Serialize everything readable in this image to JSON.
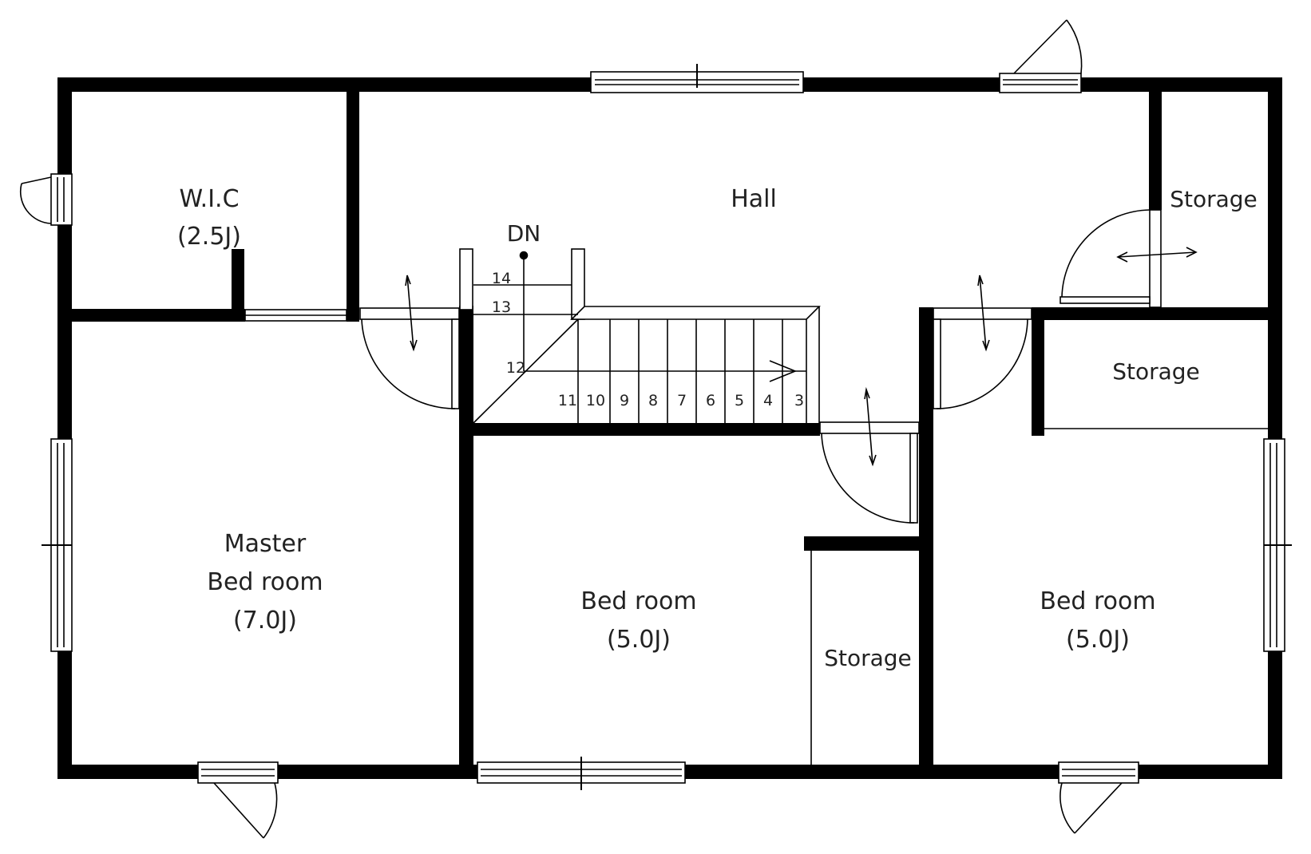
{
  "colors": {
    "wall": "#000000",
    "line": "#000000",
    "text": "#222222",
    "background": "#ffffff"
  },
  "rooms": {
    "wic": {
      "name": "W.I.C",
      "size": "(2.5J)"
    },
    "hall": {
      "name": "Hall"
    },
    "storage_top": {
      "name": "Storage"
    },
    "storage_right": {
      "name": "Storage"
    },
    "storage_mid": {
      "name": "Storage"
    },
    "master": {
      "line1": "Master",
      "line2": "Bed room",
      "size": "(7.0J)"
    },
    "bed_center": {
      "name": "Bed room",
      "size": "(5.0J)"
    },
    "bed_right": {
      "name": "Bed room",
      "size": "(5.0J)"
    }
  },
  "stairs": {
    "label": "DN",
    "steps_vertical": [
      "14",
      "13",
      "12"
    ],
    "steps_horizontal": [
      "11",
      "10",
      "9",
      "8",
      "7",
      "6",
      "5",
      "4",
      "3"
    ]
  }
}
